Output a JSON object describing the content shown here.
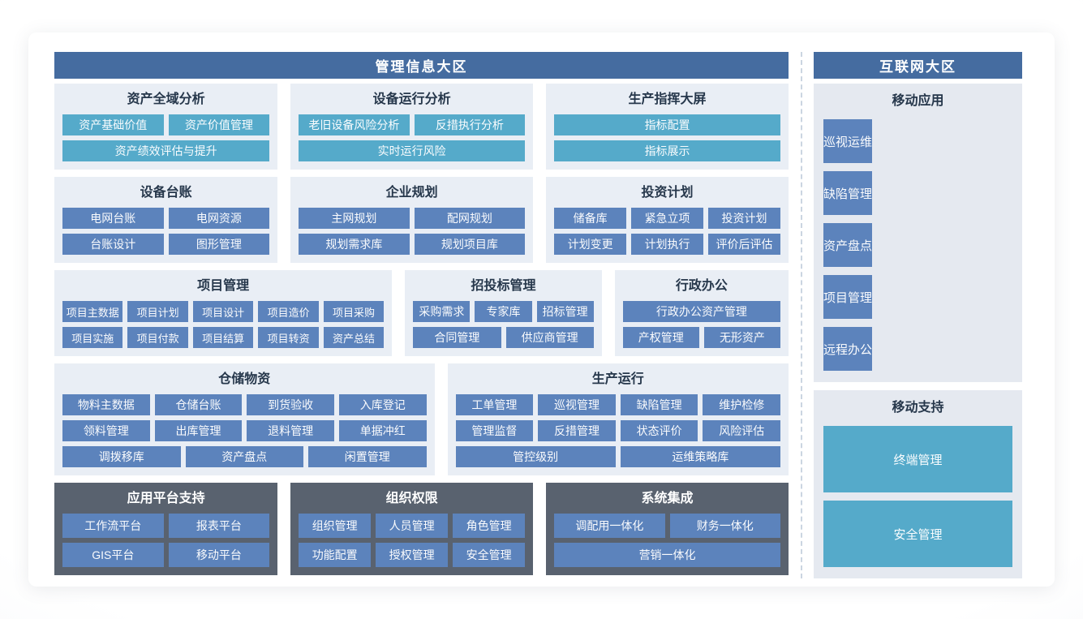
{
  "colors": {
    "zone_header": "#456CA0",
    "tile_blue": "#5C83BC",
    "tile_teal": "#55AACA",
    "card_light": "#E9EEF5",
    "card_dark": "#59626F",
    "divider": "#CBD5E1"
  },
  "zones": {
    "main": {
      "title": "管理信息大区",
      "rows": [
        {
          "sections": [
            {
              "title": "资产全域分析",
              "style": "teal",
              "rows": [
                [
                  "资产基础价值",
                  "资产价值管理"
                ],
                [
                  "资产绩效评估与提升"
                ]
              ]
            },
            {
              "title": "设备运行分析",
              "style": "teal",
              "rows": [
                [
                  "老旧设备风险分析",
                  "反措执行分析"
                ],
                [
                  "实时运行风险"
                ]
              ]
            },
            {
              "title": "生产指挥大屏",
              "style": "teal",
              "rows": [
                [
                  "指标配置"
                ],
                [
                  "指标展示"
                ]
              ]
            }
          ]
        },
        {
          "sections": [
            {
              "title": "设备台账",
              "style": "blue",
              "rows": [
                [
                  "电网台账",
                  "电网资源"
                ],
                [
                  "台账设计",
                  "图形管理"
                ]
              ]
            },
            {
              "title": "企业规划",
              "style": "blue",
              "rows": [
                [
                  "主网规划",
                  "配网规划"
                ],
                [
                  "规划需求库",
                  "规划项目库"
                ]
              ]
            },
            {
              "title": "投资计划",
              "style": "blue",
              "rows": [
                [
                  "储备库",
                  "紧急立项",
                  "投资计划"
                ],
                [
                  "计划变更",
                  "计划执行",
                  "评价后评估"
                ]
              ]
            }
          ]
        },
        {
          "sections": [
            {
              "title": "项目管理",
              "style": "blue",
              "rows": [
                [
                  "项目主数据",
                  "项目计划",
                  "项目设计",
                  "项目造价",
                  "项目采购"
                ],
                [
                  "项目实施",
                  "项目付款",
                  "项目结算",
                  "项目转资",
                  "资产总结"
                ]
              ]
            },
            {
              "title": "招投标管理",
              "style": "blue",
              "rows": [
                [
                  "采购需求",
                  "专家库",
                  "招标管理"
                ],
                [
                  "合同管理",
                  "供应商管理"
                ]
              ]
            },
            {
              "title": "行政办公",
              "style": "blue",
              "rows": [
                [
                  "行政办公资产管理"
                ],
                [
                  "产权管理",
                  "无形资产"
                ]
              ]
            }
          ]
        },
        {
          "sections": [
            {
              "title": "仓储物资",
              "style": "blue",
              "rows": [
                [
                  "物料主数据",
                  "仓储台账",
                  "到货验收",
                  "入库登记"
                ],
                [
                  "领料管理",
                  "出库管理",
                  "退料管理",
                  "单据冲红"
                ],
                [
                  "调拨移库",
                  "资产盘点",
                  "闲置管理"
                ]
              ]
            },
            {
              "title": "生产运行",
              "style": "blue",
              "rows": [
                [
                  "工单管理",
                  "巡视管理",
                  "缺陷管理",
                  "维护检修"
                ],
                [
                  "管理监督",
                  "反措管理",
                  "状态评价",
                  "风险评估"
                ],
                [
                  "管控级别",
                  "运维策略库"
                ]
              ]
            }
          ]
        },
        {
          "sections": [
            {
              "title": "应用平台支持",
              "style": "dark",
              "rows": [
                [
                  "工作流平台",
                  "报表平台"
                ],
                [
                  "GIS平台",
                  "移动平台"
                ]
              ]
            },
            {
              "title": "组织权限",
              "style": "dark",
              "rows": [
                [
                  "组织管理",
                  "人员管理",
                  "角色管理"
                ],
                [
                  "功能配置",
                  "授权管理",
                  "安全管理"
                ]
              ]
            },
            {
              "title": "系统集成",
              "style": "dark",
              "rows": [
                [
                  "调配用一体化",
                  "财务一体化"
                ],
                [
                  "营销一体化"
                ]
              ]
            }
          ]
        }
      ]
    },
    "internet": {
      "title": "互联网大区",
      "sections": [
        {
          "title": "移动应用",
          "style": "app",
          "rows": [
            [
              "巡视运维"
            ],
            [
              "缺陷管理"
            ],
            [
              "资产盘点"
            ],
            [
              "项目管理"
            ],
            [
              "远程办公"
            ]
          ]
        },
        {
          "title": "移动支持",
          "style": "support",
          "rows": [
            [
              "终端管理"
            ],
            [
              "安全管理"
            ]
          ]
        }
      ]
    }
  }
}
